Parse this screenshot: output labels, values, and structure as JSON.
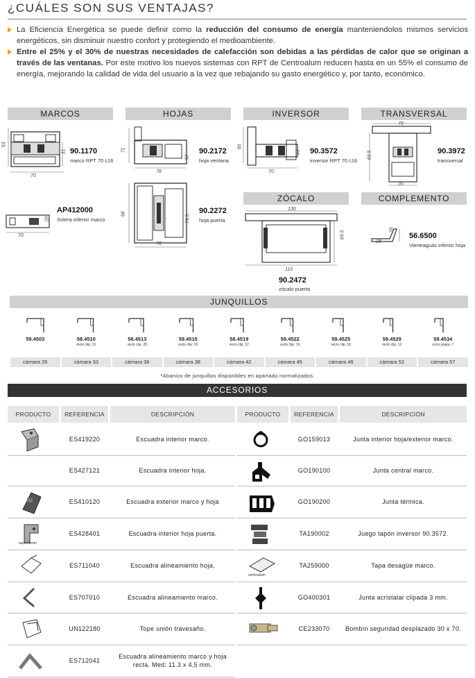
{
  "title": "¿CUÁLES SON SUS VENTAJAS?",
  "bullets": [
    {
      "pre": "La Eficiencia Energética se puede definir como la ",
      "bold": "reducción del consumo de energía",
      "post": " manteniendolos mismos servicios energéticos, sin disminuir nuestro confort y protegiendo el medioambiente."
    },
    {
      "pre": "",
      "bold": "Entre el 25% y el 30% de nuestras necesidades de calefacción son debidas a las pérdidas de calor que se originan a través de las ventanas.",
      "post": " Por este motivo los nuevos sistemas con RPT de Centroalum reducen hasta en un 55% el consumo de energía, mejorando la calidad de vida del usuario a la vez que rebajando su gasto energético y, por tanto, económico."
    }
  ],
  "sections": {
    "marcos": "MARCOS",
    "hojas": "HOJAS",
    "inversor": "INVERSOR",
    "transversal": "TRANSVERSAL",
    "zocalo": "ZÓCALO",
    "complemento": "COMPLEMENTO",
    "junquillos": "JUNQUILLOS",
    "accesorios": "ACCESORIOS"
  },
  "profiles": {
    "marco": {
      "code": "90.1170",
      "desc": "marco RPT 70 c16",
      "w": "70",
      "h1": "53",
      "h2": "31"
    },
    "solera": {
      "code": "AP412000",
      "desc": "Solera inferior marco",
      "w": "70",
      "h": "20"
    },
    "hoja_ventana": {
      "code": "90.2172",
      "desc": "hoja ventana",
      "w": "78",
      "h1": "71",
      "h2": "52"
    },
    "hoja_puerta": {
      "code": "90.2272",
      "desc": "hoja puerta",
      "w": "78",
      "h1": "98",
      "h2": "79.5"
    },
    "inversor": {
      "code": "90.3572",
      "desc": "inversor RPT 70 c16",
      "w": "70",
      "h1": "65",
      "h2": "33"
    },
    "transversal": {
      "code": "90.3972",
      "desc": "transversal",
      "w_top": "79",
      "w_bot": "35",
      "h": "69.5"
    },
    "zocalo": {
      "code": "90.2472",
      "desc": "zócalo puerta",
      "w_top": "130",
      "w_bot": "110",
      "h": "69.5"
    },
    "complemento": {
      "code": "56.6500",
      "desc": "Vierteaguas inferior hoja",
      "w": "28",
      "h": "20"
    }
  },
  "junquillos": [
    {
      "code": "59.4503",
      "sub": "",
      "camara": "cámara 26"
    },
    {
      "code": "58.4510",
      "sub": "recto clip. 31",
      "camara": "cámara 33"
    },
    {
      "code": "58.4513",
      "sub": "recto clip. 28",
      "camara": "cámara 36"
    },
    {
      "code": "59.4515",
      "sub": "recto clip. 26",
      "camara": "cámara 38"
    },
    {
      "code": "58.4519",
      "sub": "recto clip. 22",
      "camara": "cámara 42"
    },
    {
      "code": "59.4522",
      "sub": "recto clip. 19",
      "camara": "cámara 45"
    },
    {
      "code": "59.4525",
      "sub": "recto clip. 16",
      "camara": "cámara 48"
    },
    {
      "code": "59.4529",
      "sub": "recto clip. 12",
      "camara": "cámara 52"
    },
    {
      "code": "59.4534",
      "sub": "recto grapa. 7",
      "camara": "cámara 57"
    }
  ],
  "junquillos_note": "*Abanico de junquillos disponibles en apartado normalizados.",
  "table": {
    "headers": [
      "PRODUCTO",
      "REFERENCIA",
      "DESCRIPCIÓN",
      "PRODUCTO",
      "REFERENCIA",
      "DESCRIPCIÓN"
    ],
    "left": [
      {
        "ref": "ES419220",
        "desc": "Escuadra interior marco.",
        "icon": "corner-bracket-icon"
      },
      {
        "ref": "ES427121",
        "desc": "Escuadra interior hoja.",
        "icon": ""
      },
      {
        "ref": "ES410120",
        "desc": "Escuadra exterior marco y hoja",
        "icon": "exterior-bracket-icon"
      },
      {
        "ref": "ES428401",
        "desc": "Escuadra interior hoja puerta.",
        "icon": "door-bracket-icon",
        "icon_label": "suplemento"
      },
      {
        "ref": "ES711040",
        "desc": "Escuadra alineamiento hoja.",
        "icon": "alignment-plate-icon"
      },
      {
        "ref": "ES707010",
        "desc": "Escuadra alineamiento marco.",
        "icon": "alignment-angle-icon"
      },
      {
        "ref": "UN122180",
        "desc": "Tope unión travesaño.",
        "icon": "union-stop-icon"
      },
      {
        "ref": "ES712041",
        "desc": "Escuadra alineamiento marco y hoja recta. Med: 11.3 x 4,5 mm.",
        "icon": "straight-angle-icon"
      }
    ],
    "right": [
      {
        "ref": "GO159013",
        "desc": "Junta interior hoja/exterior marco.",
        "icon": "gasket-ring-icon"
      },
      {
        "ref": "GO190100",
        "desc": "Junta central marco.",
        "icon": "central-gasket-icon"
      },
      {
        "ref": "GO190200",
        "desc": "Junta térmica.",
        "icon": "thermal-gasket-icon"
      },
      {
        "ref": "TA190002",
        "desc": "Juego tapón inversor 90.3572.",
        "icon": "cap-set-icon"
      },
      {
        "ref": "TA259000",
        "desc": "Tapa desagüe marco.",
        "icon": "drain-cap-icon",
        "icon_label": "centroalum"
      },
      {
        "ref": "GO400301",
        "desc": "Junta acristalar clipada 3 mm.",
        "icon": "glazing-gasket-icon"
      },
      {
        "ref": "CE233070",
        "desc": "Bombín seguridad desplazado 30 x 70.",
        "icon": "lock-cylinder-icon"
      }
    ]
  },
  "colors": {
    "accent": "#e8a219",
    "header_gray": "#d0d0d0",
    "dark_bar": "#333333"
  }
}
